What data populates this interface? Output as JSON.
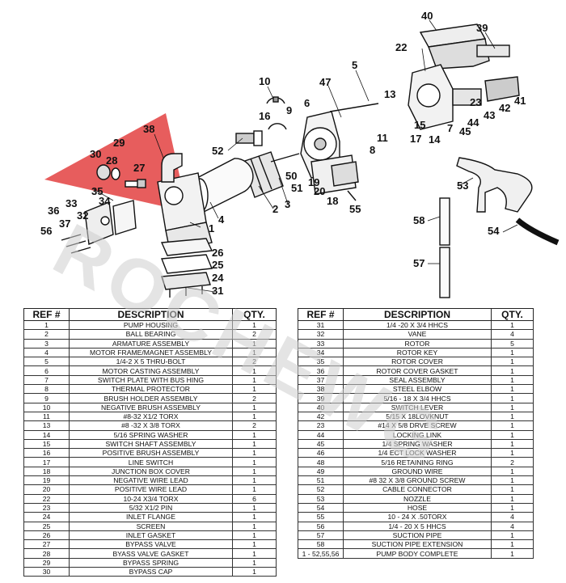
{
  "diagram": {
    "callouts": [
      "1",
      "2",
      "3",
      "4",
      "5",
      "6",
      "7",
      "8",
      "9",
      "10",
      "11",
      "13",
      "14",
      "15",
      "16",
      "17",
      "18",
      "19",
      "20",
      "22",
      "23",
      "24",
      "25",
      "26",
      "27",
      "28",
      "29",
      "30",
      "31",
      "32",
      "33",
      "34",
      "35",
      "36",
      "37",
      "38",
      "39",
      "40",
      "41",
      "42",
      "43",
      "44",
      "45",
      "47",
      "50",
      "51",
      "52",
      "53",
      "54",
      "55",
      "56",
      "57",
      "58"
    ]
  },
  "watermark": {
    "text": "ROCHEWG",
    "color": "#d9d9d9",
    "accent_color": "#e03030"
  },
  "table_left": {
    "headers": [
      "REF #",
      "DESCRIPTION",
      "QTY."
    ],
    "rows": [
      [
        "1",
        "PUMP HOUSING",
        "1"
      ],
      [
        "2",
        "BALL BEARING",
        "2"
      ],
      [
        "3",
        "ARMATURE ASSEMBLY",
        "1"
      ],
      [
        "4",
        "MOTOR FRAME/MAGNET ASSEMBLY",
        "1"
      ],
      [
        "5",
        "1/4-2 X 5 THRU-BOLT",
        "2"
      ],
      [
        "6",
        "MOTOR CASTING ASSEMBLY",
        "1"
      ],
      [
        "7",
        "SWITCH PLATE WITH BUS HING",
        "1"
      ],
      [
        "8",
        "THERMAL PROTECTOR",
        "1"
      ],
      [
        "9",
        "BRUSH HOLDER ASSEMBLY",
        "2"
      ],
      [
        "10",
        "NEGATIVE BRUSH ASSEMBLY",
        "1"
      ],
      [
        "11",
        "#8-32 X1/2 TORX",
        "1"
      ],
      [
        "13",
        "#8 -32 X 3/8 TORX",
        "2"
      ],
      [
        "14",
        "5/16 SPRING WASHER",
        "1"
      ],
      [
        "15",
        "SWITCH SHAFT ASSEMBLY",
        "1"
      ],
      [
        "16",
        "POSITIVE BRUSH ASSEMBLY",
        "1"
      ],
      [
        "17",
        "LINE SWITCH",
        "1"
      ],
      [
        "18",
        "JUNCTION BOX COVER",
        "1"
      ],
      [
        "19",
        "NEGATIVE WIRE LEAD",
        "1"
      ],
      [
        "20",
        "POSITIVE WIRE LEAD",
        "1"
      ],
      [
        "22",
        "10-24 X3/4 TORX",
        "6"
      ],
      [
        "23",
        "5/32 X1/2 PIN",
        "1"
      ],
      [
        "24",
        "INLET FLANGE",
        "1"
      ],
      [
        "25",
        "SCREEN",
        "1"
      ],
      [
        "26",
        "INLET GASKET",
        "1"
      ],
      [
        "27",
        "BYPASS VALVE",
        "1"
      ],
      [
        "28",
        "BYASS VALVE GASKET",
        "1"
      ],
      [
        "29",
        "BYPASS SPRING",
        "1"
      ],
      [
        "30",
        "BYPASS CAP",
        "1"
      ]
    ]
  },
  "table_right": {
    "headers": [
      "REF #",
      "DESCRIPTION",
      "QTY."
    ],
    "rows": [
      [
        "31",
        "1/4 -20 X 3/4 HHCS",
        "1"
      ],
      [
        "32",
        "VANE",
        "4"
      ],
      [
        "33",
        "ROTOR",
        "5"
      ],
      [
        "34",
        "ROTOR KEY",
        "1"
      ],
      [
        "35",
        "ROTOR COVER",
        "1"
      ],
      [
        "36",
        "ROTOR COVER GASKET",
        "1"
      ],
      [
        "37",
        "SEAL ASSEMBLY",
        "1"
      ],
      [
        "38",
        "STEEL ELBOW",
        "1"
      ],
      [
        "39",
        "5/16 - 18 X 3/4 HHCS",
        "1"
      ],
      [
        "40",
        "SWITCH LEVER",
        "1"
      ],
      [
        "42",
        "5/15 X 18LOVKNUT",
        "1"
      ],
      [
        "23",
        "#14 X 5/8 DRVE SCREW",
        "1"
      ],
      [
        "44",
        "LOCKING LINK",
        "1"
      ],
      [
        "45",
        "1/4 SPRING WASHER",
        "1"
      ],
      [
        "46",
        "1/4 ECT LOCK WASHER",
        "1"
      ],
      [
        "48",
        "5/16 RETAINING RING",
        "2"
      ],
      [
        "49",
        "GROUND WIRE",
        "1"
      ],
      [
        "51",
        "#8 32 X 3/8 GROUND SCREW",
        "1"
      ],
      [
        "52",
        "CABLE CONNECTOR",
        "1"
      ],
      [
        "53",
        "NOZZLE",
        "1"
      ],
      [
        "54",
        "HOSE",
        "1"
      ],
      [
        "55",
        "10 - 24 X .50TORX",
        "4"
      ],
      [
        "56",
        "1/4 - 20 X 5 HHCS",
        "4"
      ],
      [
        "57",
        "SUCTION PIPE",
        "1"
      ],
      [
        "58",
        "SUCTION PIPE EXTENSION",
        "1"
      ],
      [
        "1 - 52,55,56",
        "PUMP BODY COMPLETE",
        "1"
      ]
    ]
  }
}
